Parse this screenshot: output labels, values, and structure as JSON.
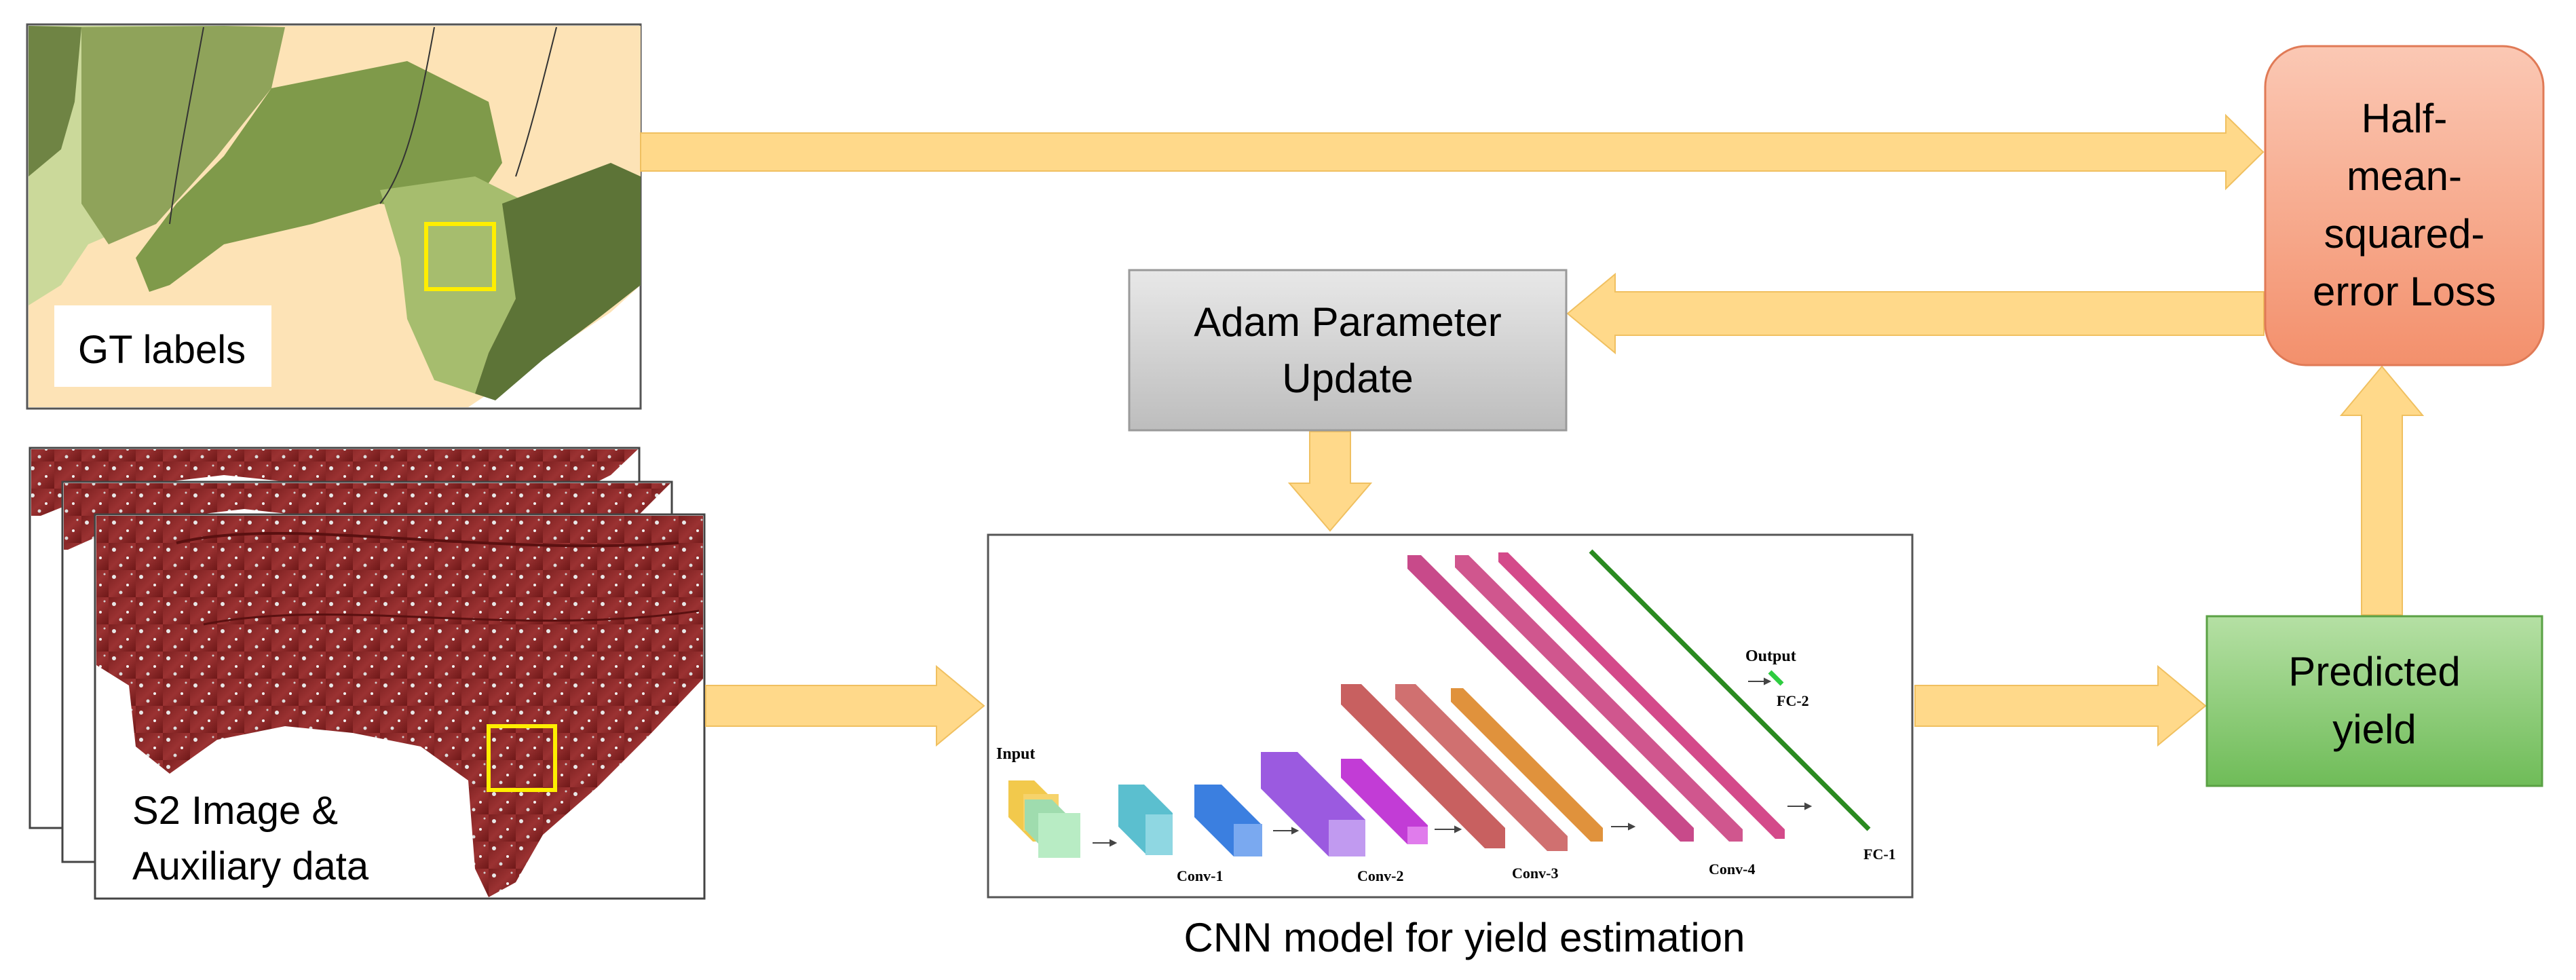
{
  "gt_panel": {
    "label": "GT labels"
  },
  "s2_panel": {
    "label_line1": "S2 Image &",
    "label_line2": "Auxiliary data"
  },
  "adam_box": {
    "line1": "Adam Parameter",
    "line2": "Update"
  },
  "loss_box": {
    "line1": "Half-",
    "line2": "mean-",
    "line3": "squared-",
    "line4": "error Loss"
  },
  "predicted_box": {
    "line1": "Predicted",
    "line2": "yield"
  },
  "cnn_model": {
    "caption": "CNN model for yield estimation",
    "layers": {
      "input": "Input",
      "conv1": "Conv-1",
      "conv2": "Conv-2",
      "conv3": "Conv-3",
      "conv4": "Conv-4",
      "fc1": "FC-1",
      "fc2": "FC-2",
      "output": "Output"
    }
  },
  "colors": {
    "arrow": "#ffd98a",
    "adam_fill": "#d4d4d4",
    "loss_fill": "#f7a488",
    "predicted_fill": "#8fcf7c",
    "highlight": "#ffee00"
  }
}
